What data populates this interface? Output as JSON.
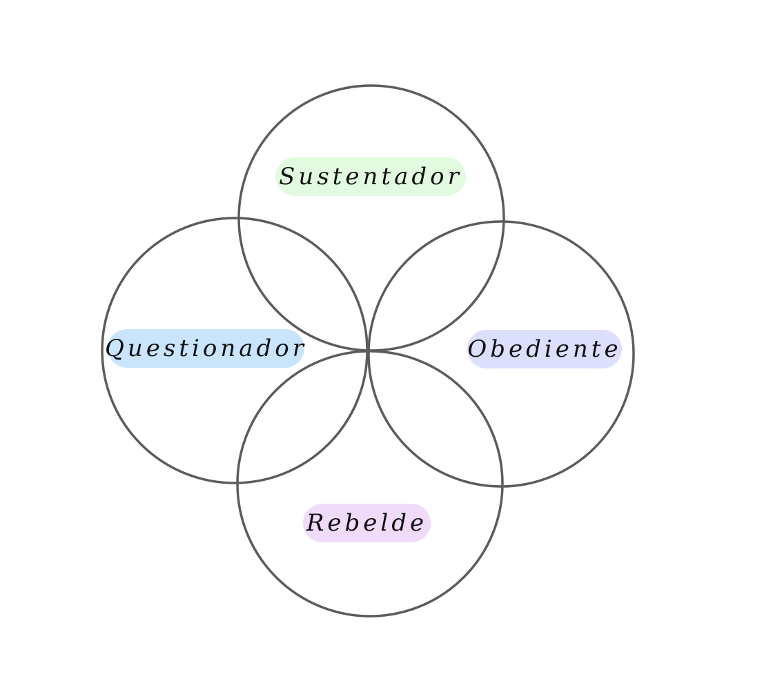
{
  "diagram": {
    "circles": [
      {
        "name": "top",
        "label": "Sustentador",
        "label_bg": "#e2fbe0"
      },
      {
        "name": "left",
        "label": "Questionador",
        "label_bg": "#c8e5fd"
      },
      {
        "name": "right",
        "label": "Obediente",
        "label_bg": "#dcdffd"
      },
      {
        "name": "bottom",
        "label": "Rebelde",
        "label_bg": "#f0dcfa"
      }
    ],
    "stroke_color": "#5c5c5c"
  }
}
